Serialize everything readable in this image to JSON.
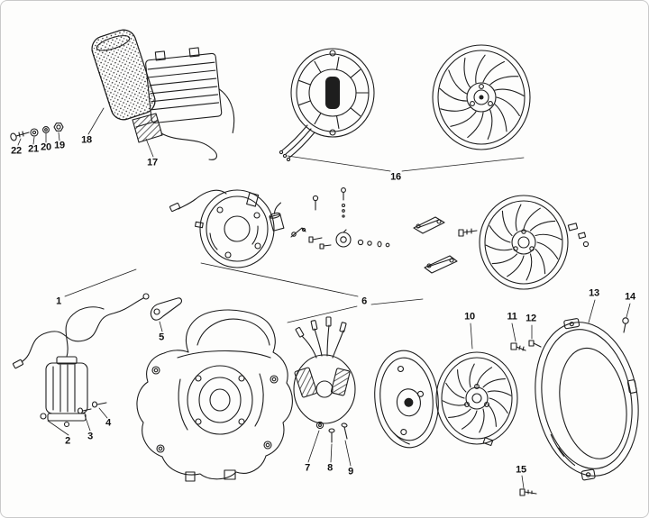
{
  "diagram": {
    "type": "exploded-parts-diagram",
    "ink_color": "#1e1e1e",
    "background": "#fdfdfc",
    "callouts": {
      "c1": "1",
      "c2": "2",
      "c3": "3",
      "c4": "4",
      "c5": "5",
      "c6": "6",
      "c7": "7",
      "c8": "8",
      "c9": "9",
      "c10": "10",
      "c11": "11",
      "c12": "12",
      "c13": "13",
      "c14": "14",
      "c15": "15",
      "c16": "16",
      "c17": "17",
      "c18": "18",
      "c19": "19",
      "c20": "20",
      "c21": "21",
      "c22": "22"
    }
  }
}
